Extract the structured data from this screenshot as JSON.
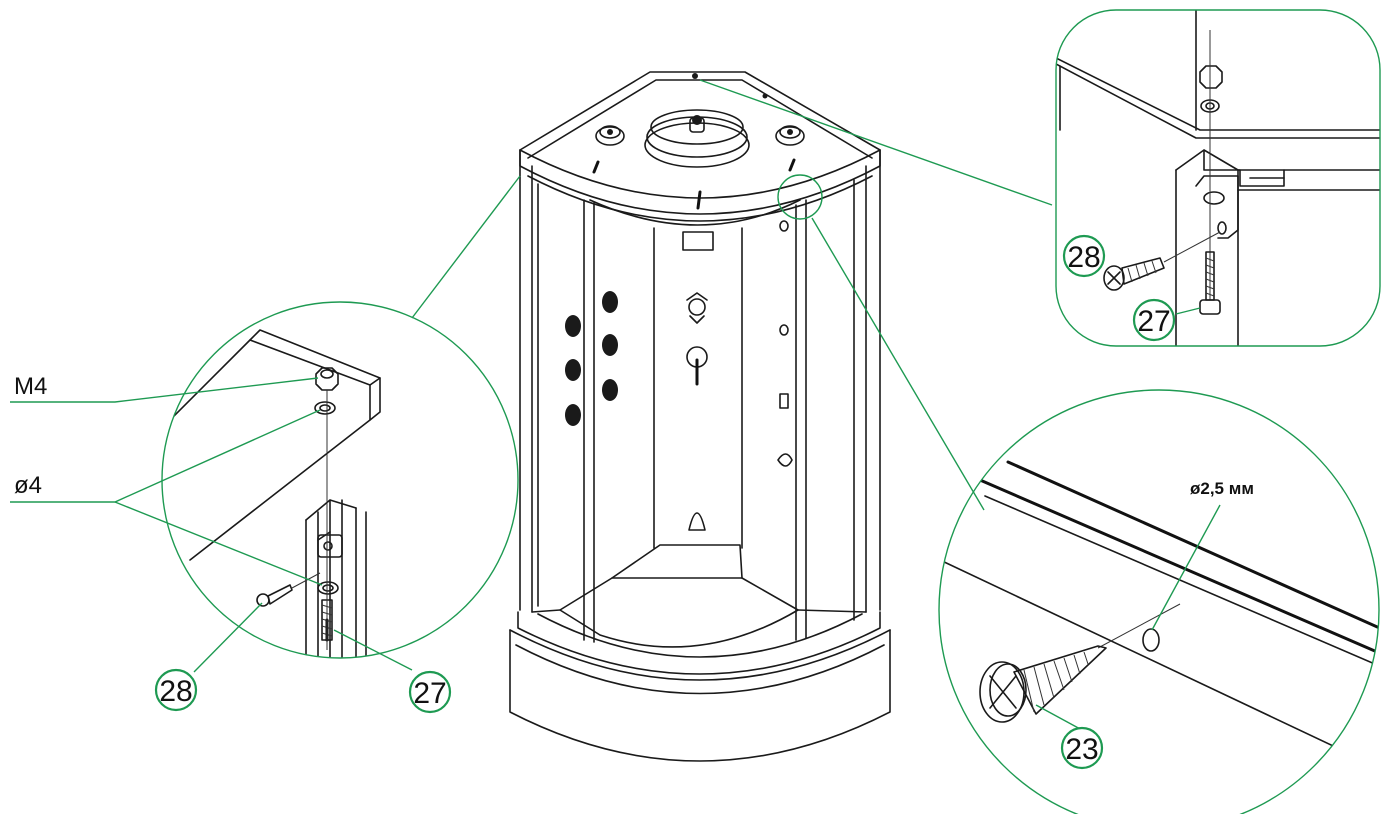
{
  "colors": {
    "accent": "#1e9a52",
    "line": "#1a1a1a",
    "background": "#ffffff"
  },
  "labels": {
    "nut": "M4",
    "washer": "ø4",
    "hole_diameter": "ø2,5 мм"
  },
  "callouts": {
    "left_screw": "28",
    "left_bolt": "27",
    "top_screw": "28",
    "top_bolt": "27",
    "bottom_screw": "23"
  }
}
